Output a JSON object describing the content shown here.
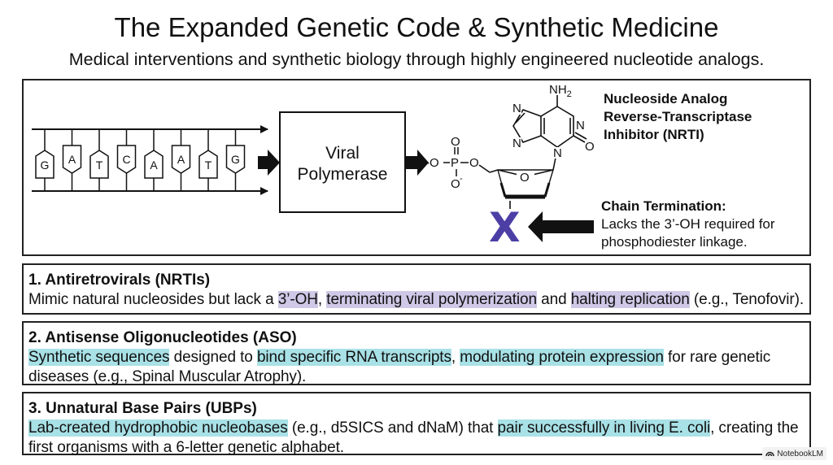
{
  "header": {
    "title": "The Expanded Genetic Code & Synthetic Medicine",
    "subtitle": "Medical interventions and synthetic biology through highly engineered nucleotide analogs."
  },
  "diagram": {
    "bases": [
      "G",
      "A",
      "T",
      "C",
      "A",
      "A",
      "T",
      "G"
    ],
    "polymerase_label_line1": "Viral",
    "polymerase_label_line2": "Polymerase",
    "molecule": {
      "nh2": "NH",
      "nh2_sub": "2",
      "n_atoms": [
        "N",
        "N",
        "N",
        "N"
      ],
      "o_ketone": "O",
      "ring_o": "O",
      "phosphate_o_top": "O",
      "phosphate_neg_o": "-O",
      "phosphate_p": "P",
      "phosphate_o_bottom": "O",
      "phosphate_o_bottom_charge": "-",
      "phosphate_o_link": "O"
    },
    "blocked_mark": "X",
    "nrti_label_line1": "Nucleoside Analog",
    "nrti_label_line2": "Reverse-Transcriptase",
    "nrti_label_line3": "Inhibitor (NRTI)",
    "chain_term_title": "Chain Termination:",
    "chain_term_line1": "Lacks the 3’-OH required for",
    "chain_term_line2": "phosphodiester linkage."
  },
  "cards": [
    {
      "title": "1. Antiretrovirals (NRTIs)",
      "segments": [
        {
          "text": "Mimic natural nucleosides but lack a ",
          "hl": ""
        },
        {
          "text": "3’-OH",
          "hl": "purple"
        },
        {
          "text": ", ",
          "hl": ""
        },
        {
          "text": "terminating viral polymerization",
          "hl": "purple"
        },
        {
          "text": " and ",
          "hl": ""
        },
        {
          "text": "halting replication",
          "hl": "purple"
        },
        {
          "text": " (e.g., Tenofovir).",
          "hl": ""
        }
      ]
    },
    {
      "title": "2. Antisense Oligonucleotides (ASO)",
      "segments": [
        {
          "text": "Synthetic sequences",
          "hl": "cyan"
        },
        {
          "text": " designed to ",
          "hl": ""
        },
        {
          "text": "bind specific RNA transcripts",
          "hl": "cyan"
        },
        {
          "text": ", ",
          "hl": ""
        },
        {
          "text": "modulating protein expression",
          "hl": "cyan"
        },
        {
          "text": " for rare genetic diseases (e.g., Spinal Muscular Atrophy).",
          "hl": ""
        }
      ]
    },
    {
      "title": "3. Unnatural Base Pairs (UBPs)",
      "segments": [
        {
          "text": "Lab-created hydrophobic nucleobases",
          "hl": "cyan"
        },
        {
          "text": " (e.g., d5SICS and dNaM) that ",
          "hl": ""
        },
        {
          "text": "pair successfully in living E. coli",
          "hl": "cyan"
        },
        {
          "text": ", creating the first organisms with a 6-letter genetic alphabet.",
          "hl": ""
        }
      ]
    }
  ],
  "watermark": "NotebookLM",
  "colors": {
    "highlight_purple": "#cfc8e6",
    "highlight_cyan": "#a8e1e6",
    "blocked_mark": "#4b3fa6"
  }
}
